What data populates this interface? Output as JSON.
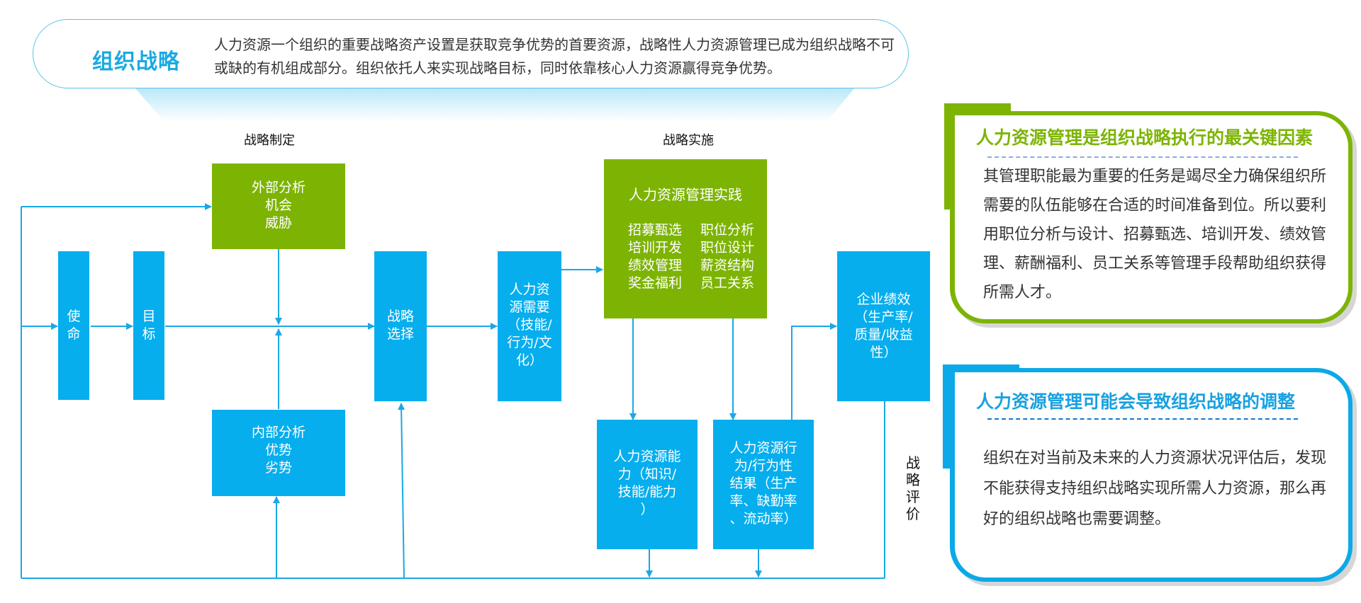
{
  "banner": {
    "title": "组织战略",
    "text": "人力资源一个组织的重要战略资产设置是获取竞争优势的首要资源，战略性人力资源管理已成为组织战略不可或缺的有机组成部分。组织依托人来实现战略目标，同时依靠核心人力资源赢得竞争优势。"
  },
  "sections": {
    "formulation": "战略制定",
    "implementation": "战略实施",
    "evaluation": "战\n略\n评\n价"
  },
  "boxes": {
    "mission": "使\n命",
    "goal": "目\n标",
    "external": "外部分析\n机会\n威胁",
    "internal": "内部分析\n优势\n劣势",
    "strategy_choice": "战略\n选择",
    "hr_needs": "人力资\n源需要\n（技能/\n行为/文\n化）",
    "hr_capability": "人力资源能\n力（知识/\n技能/能力\n）",
    "hr_behavior": "人力资源行\n为/行为性\n结果（生产\n率、缺勤率\n、流动率）",
    "performance": "企业绩效\n（生产率/\n质量/收益\n性）"
  },
  "hr_practice": {
    "title": "人力资源管理实践",
    "items": [
      "招募甄选",
      "职位分析",
      "培训开发",
      "职位设计",
      "绩效管理",
      "薪资结构",
      "奖金福利",
      "员工关系"
    ]
  },
  "cards": {
    "key_factor": {
      "title": "人力资源管理是组织战略执行的最关键因素",
      "body": "其管理职能最为重要的任务是竭尽全力确保组织所需要的队伍能够在合适的时间准备到位。所以要利用职位分析与设计、招募甄选、培训开发、绩效管理、薪酬福利、员工关系等管理手段帮助组织获得所需人才。"
    },
    "adjustment": {
      "title": "人力资源管理可能会导致组织战略的调整",
      "body": "组织在对当前及未来的人力资源状况评估后，发现不能获得支持组织战略实现所需人力资源，那么再好的组织战略也需要调整。"
    }
  },
  "colors": {
    "blue": "#06aeee",
    "green": "#7db404",
    "line": "#1aa8e6"
  }
}
